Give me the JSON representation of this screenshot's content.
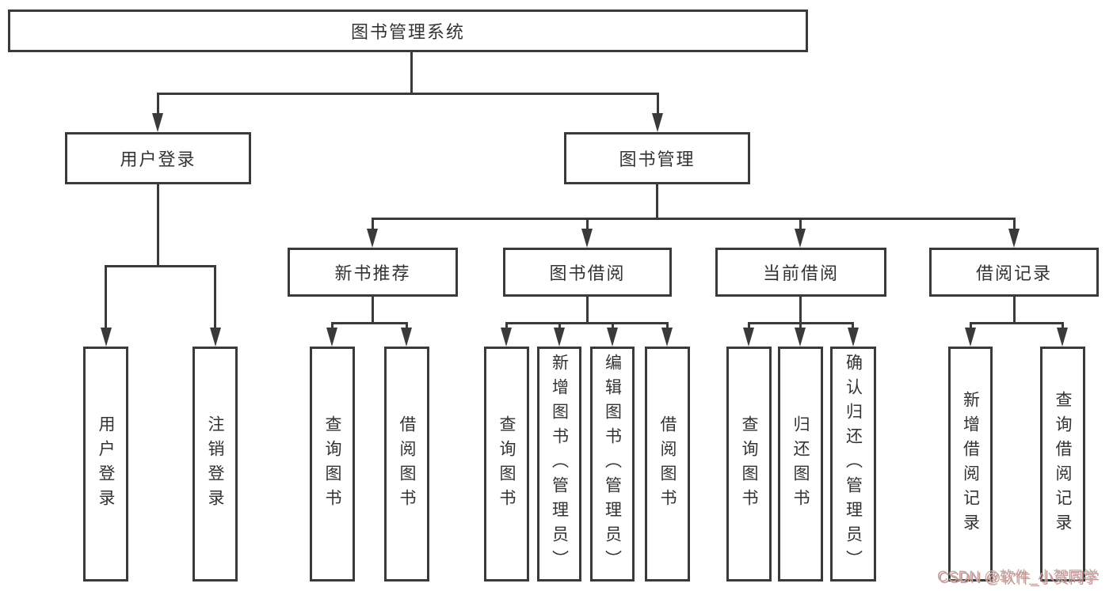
{
  "diagram": {
    "root": {
      "label": "图书管理系统"
    },
    "level2": [
      {
        "label": "用户登录"
      },
      {
        "label": "图书管理"
      }
    ],
    "level3": [
      {
        "label": "新书推荐"
      },
      {
        "label": "图书借阅"
      },
      {
        "label": "当前借阅"
      },
      {
        "label": "借阅记录"
      }
    ],
    "leaves": [
      {
        "label": "用户登录"
      },
      {
        "label": "注销登录"
      },
      {
        "label": "查询图书"
      },
      {
        "label": "借阅图书"
      },
      {
        "label": "查询图书"
      },
      {
        "label": "新增图书（管理员）"
      },
      {
        "label": "编辑图书（管理员）"
      },
      {
        "label": "借阅图书"
      },
      {
        "label": "查询图书"
      },
      {
        "label": "归还图书"
      },
      {
        "label": "确认归还（管理员）"
      },
      {
        "label": "新增借阅记录"
      },
      {
        "label": "查询借阅记录"
      }
    ]
  },
  "watermark": {
    "text": "CSDN @软件_小贺同学"
  },
  "colors": {
    "line": "#3a3a3a",
    "text": "#333333",
    "background": "#ffffff",
    "watermark_text": "#b0b0b0",
    "watermark_shadow": "#df8d85"
  }
}
